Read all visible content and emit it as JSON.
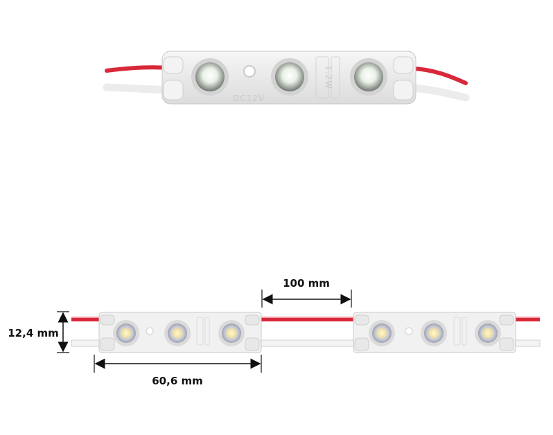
{
  "photo": {
    "voltage_marking": "DC12V",
    "power_marking": "1.2W",
    "led_count": 3
  },
  "dimensions": {
    "spacing_label": "100 mm",
    "height_label": "12,4 mm",
    "length_label": "60,6 mm"
  },
  "colors": {
    "wire_positive": "#d8283a",
    "wire_negative": "#f2f2f2",
    "module_body": "#eeeeee",
    "dimension_line": "#111111"
  }
}
